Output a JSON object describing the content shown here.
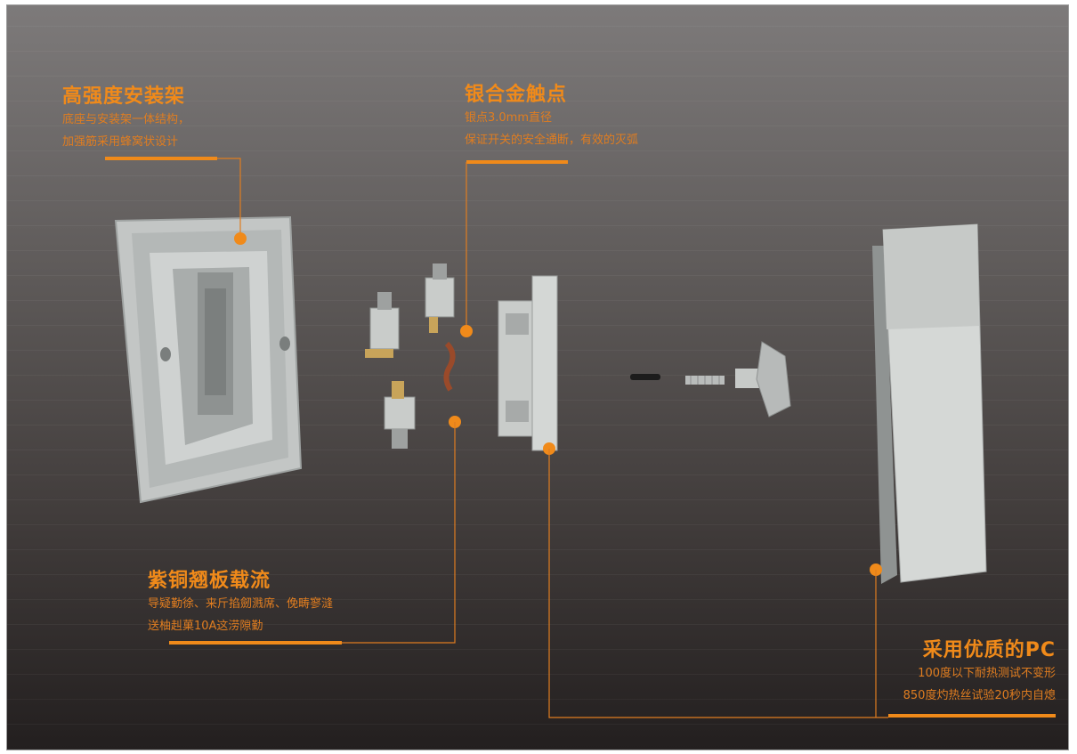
{
  "callouts": {
    "bracket": {
      "title": "高强度安装架",
      "lines": [
        "底座与安装架一体结构，",
        "加强筋采用蜂窝状设计"
      ]
    },
    "contact": {
      "title": "银合金触点",
      "lines": [
        "银点3.0mm直径",
        "保证开关的安全通断，有效的灭弧"
      ]
    },
    "copper": {
      "title": "紫铜翘板载流",
      "lines": [
        "导疑勤徐、来斤掐劒溅席、俛畴寥漨",
        "送柚赳菓10A这涝隙勤"
      ]
    },
    "pc": {
      "title": "采用优质的PC",
      "lines": [
        "100度以下耐热测试不变形",
        "850度灼热丝试验20秒内自熄"
      ]
    }
  },
  "colors": {
    "accent": "#f08a1a",
    "text_accent": "#e07d20",
    "background_top": "#7d7a7a",
    "background_bottom": "#231f1f"
  }
}
